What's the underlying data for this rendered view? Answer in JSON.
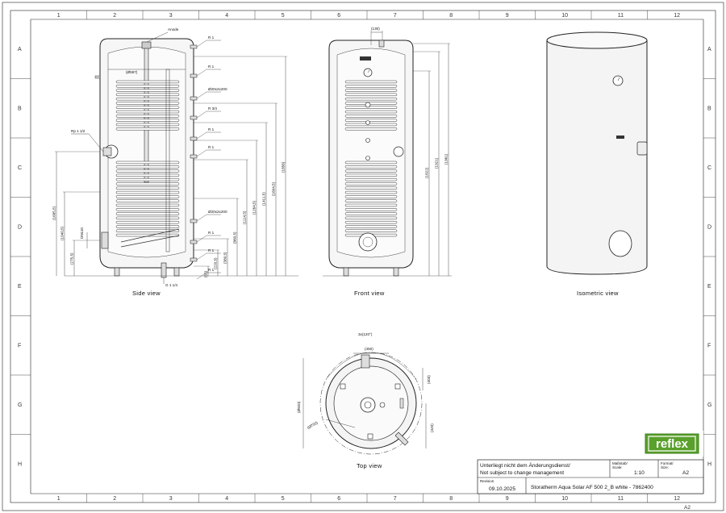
{
  "sheet": {
    "columns": [
      "1",
      "2",
      "3",
      "4",
      "5",
      "6",
      "7",
      "8",
      "9",
      "10",
      "11",
      "12"
    ],
    "rows": [
      "A",
      "B",
      "C",
      "D",
      "E",
      "F",
      "G",
      "H"
    ]
  },
  "views": {
    "side": "Side view",
    "front": "Front view",
    "isometric": "Isometric view",
    "top": "Top view"
  },
  "side_view": {
    "anode": "Anode",
    "diameter": "(Ø597)",
    "connections": [
      "R 1",
      "R 1",
      "Ø20x2x200",
      "R 3/4",
      "R 1",
      "R 1",
      "Ø20x2x200",
      "R 1",
      "R 1",
      "R 1"
    ],
    "rp": "Rp 1 1/2",
    "dn": "DN110",
    "bottom_conn": "G 1 1/4",
    "heights_left": [
      "(1685,5)",
      "(1040,5)",
      "(275,5)"
    ],
    "heights_right": [
      "(55)",
      "(220,5)",
      "(380,5)",
      "(860,5)",
      "(1114,5)",
      "(1264,5)",
      "(1411,5)",
      "(1604,5)",
      "(1856)"
    ]
  },
  "front_view": {
    "top_dim": "(130)",
    "heights": [
      "(1822)",
      "(1921)",
      "(1961)"
    ]
  },
  "top_view": {
    "angle": "3x(120°)",
    "d450": "(450)",
    "d403": "(403)",
    "d420": "(420)",
    "d920": "(Ø920)",
    "d750": "(Ø750)"
  },
  "title_block": {
    "notice_line1": "Unterliegt nicht dem Änderungsdienst/",
    "notice_line2": "Not subject to change management",
    "scale_label": "Maßstab/",
    "scale_label2": "Scale:",
    "scale_value": "1:10",
    "format_label": "Format/",
    "format_label2": "Size:",
    "format_value": "A2",
    "revision_label": "Revision",
    "revision_date": "09.10.2025",
    "title": "Storatherm Aqua Solar AF 500 2_B white - 7862400",
    "logo": "reflex",
    "corner_code": "A2"
  },
  "colors": {
    "line": "#222222",
    "logo_green": "#5aa02c",
    "tank_fill": "#f4f4f4"
  }
}
